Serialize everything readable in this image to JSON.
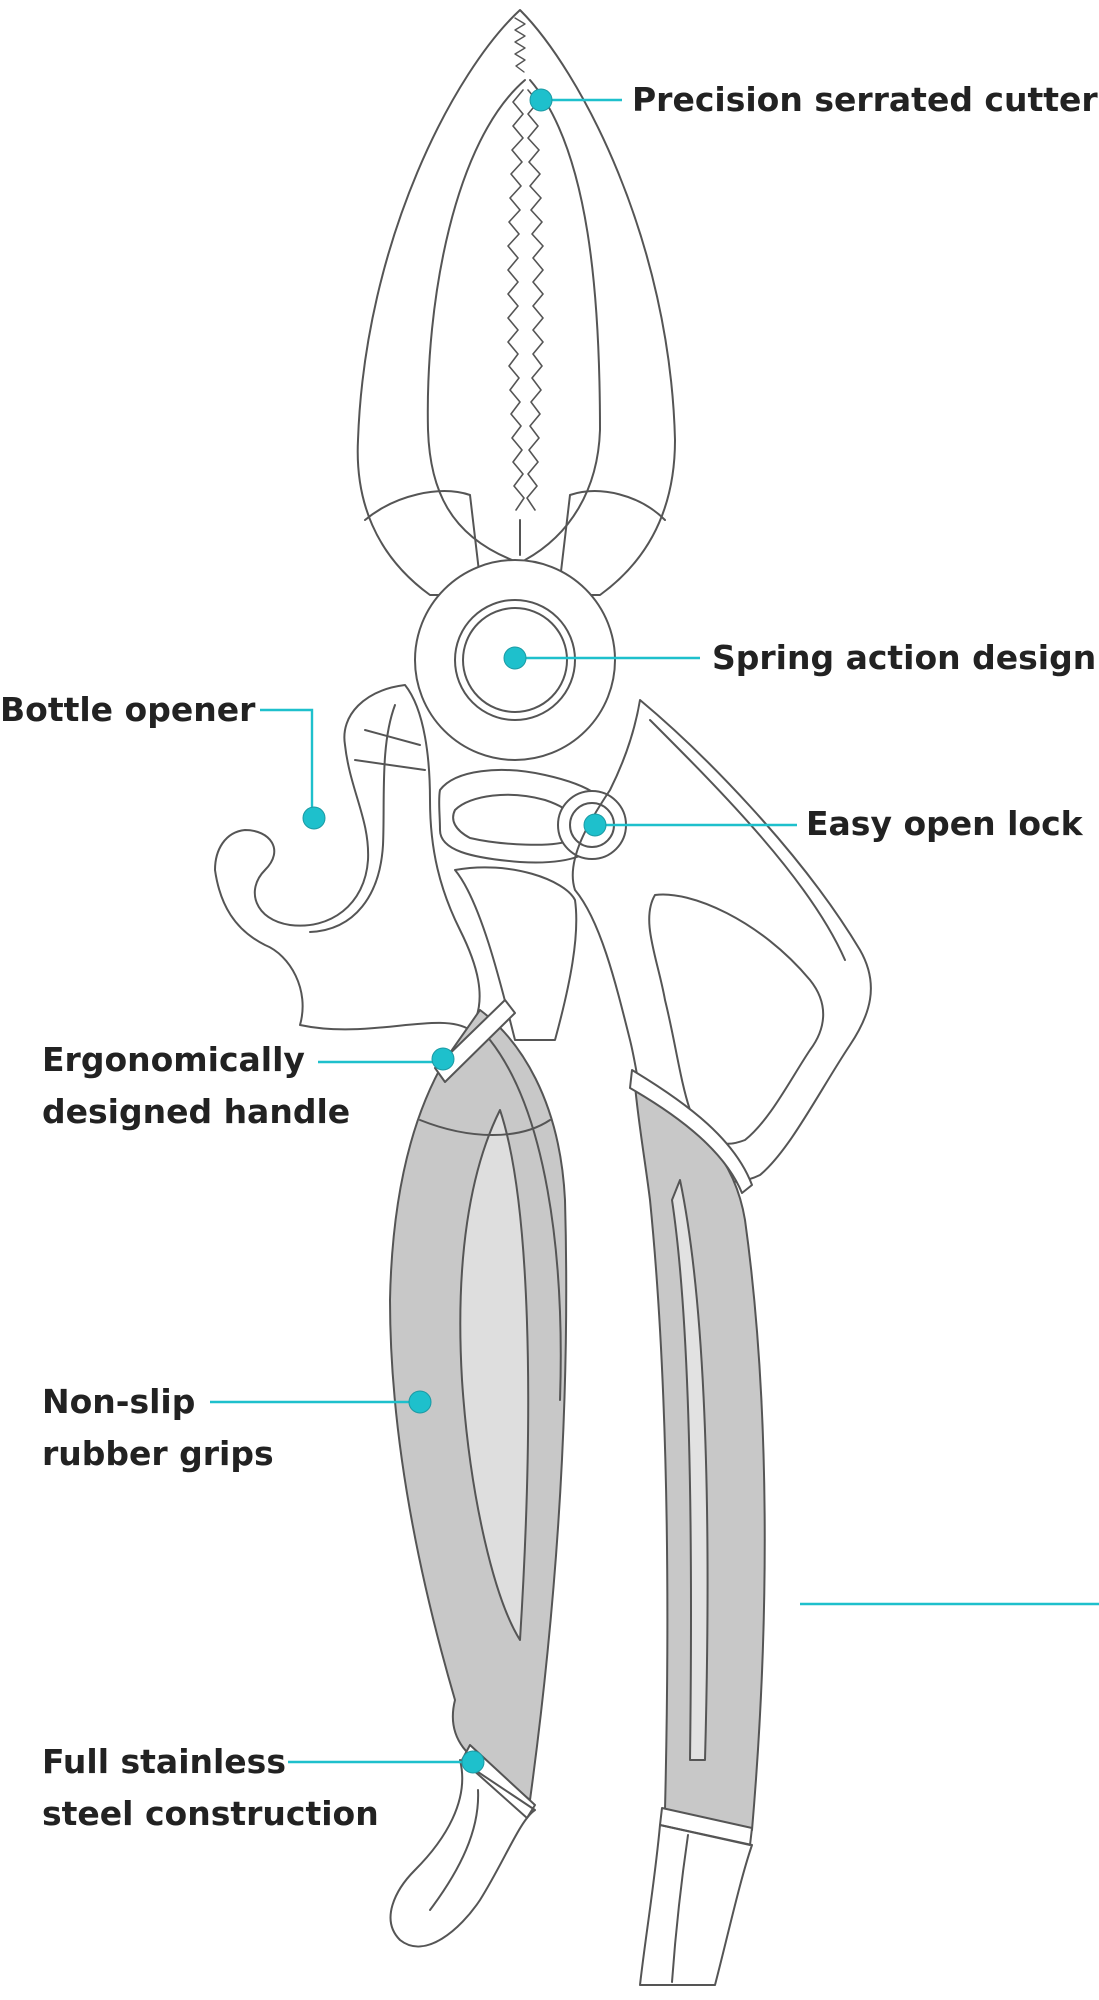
{
  "colors": {
    "accent": "#1ec0cc",
    "outline": "#555555",
    "grip_fill": "#c8c8c8",
    "label_text": "#222222"
  },
  "callouts": {
    "precision_cutters": {
      "lines": [
        "Precision serrated cutters"
      ]
    },
    "spring_action": {
      "lines": [
        "Spring action design"
      ]
    },
    "bottle_opener": {
      "lines": [
        "Bottle opener"
      ]
    },
    "easy_open_lock": {
      "lines": [
        "Easy open lock"
      ]
    },
    "ergonomic_handle": {
      "lines": [
        "Ergonomically",
        "designed handle"
      ]
    },
    "non_slip_grips": {
      "lines": [
        "Non-slip",
        "rubber grips"
      ]
    },
    "stainless_steel": {
      "lines": [
        "Full stainless",
        "steel construction"
      ]
    }
  }
}
